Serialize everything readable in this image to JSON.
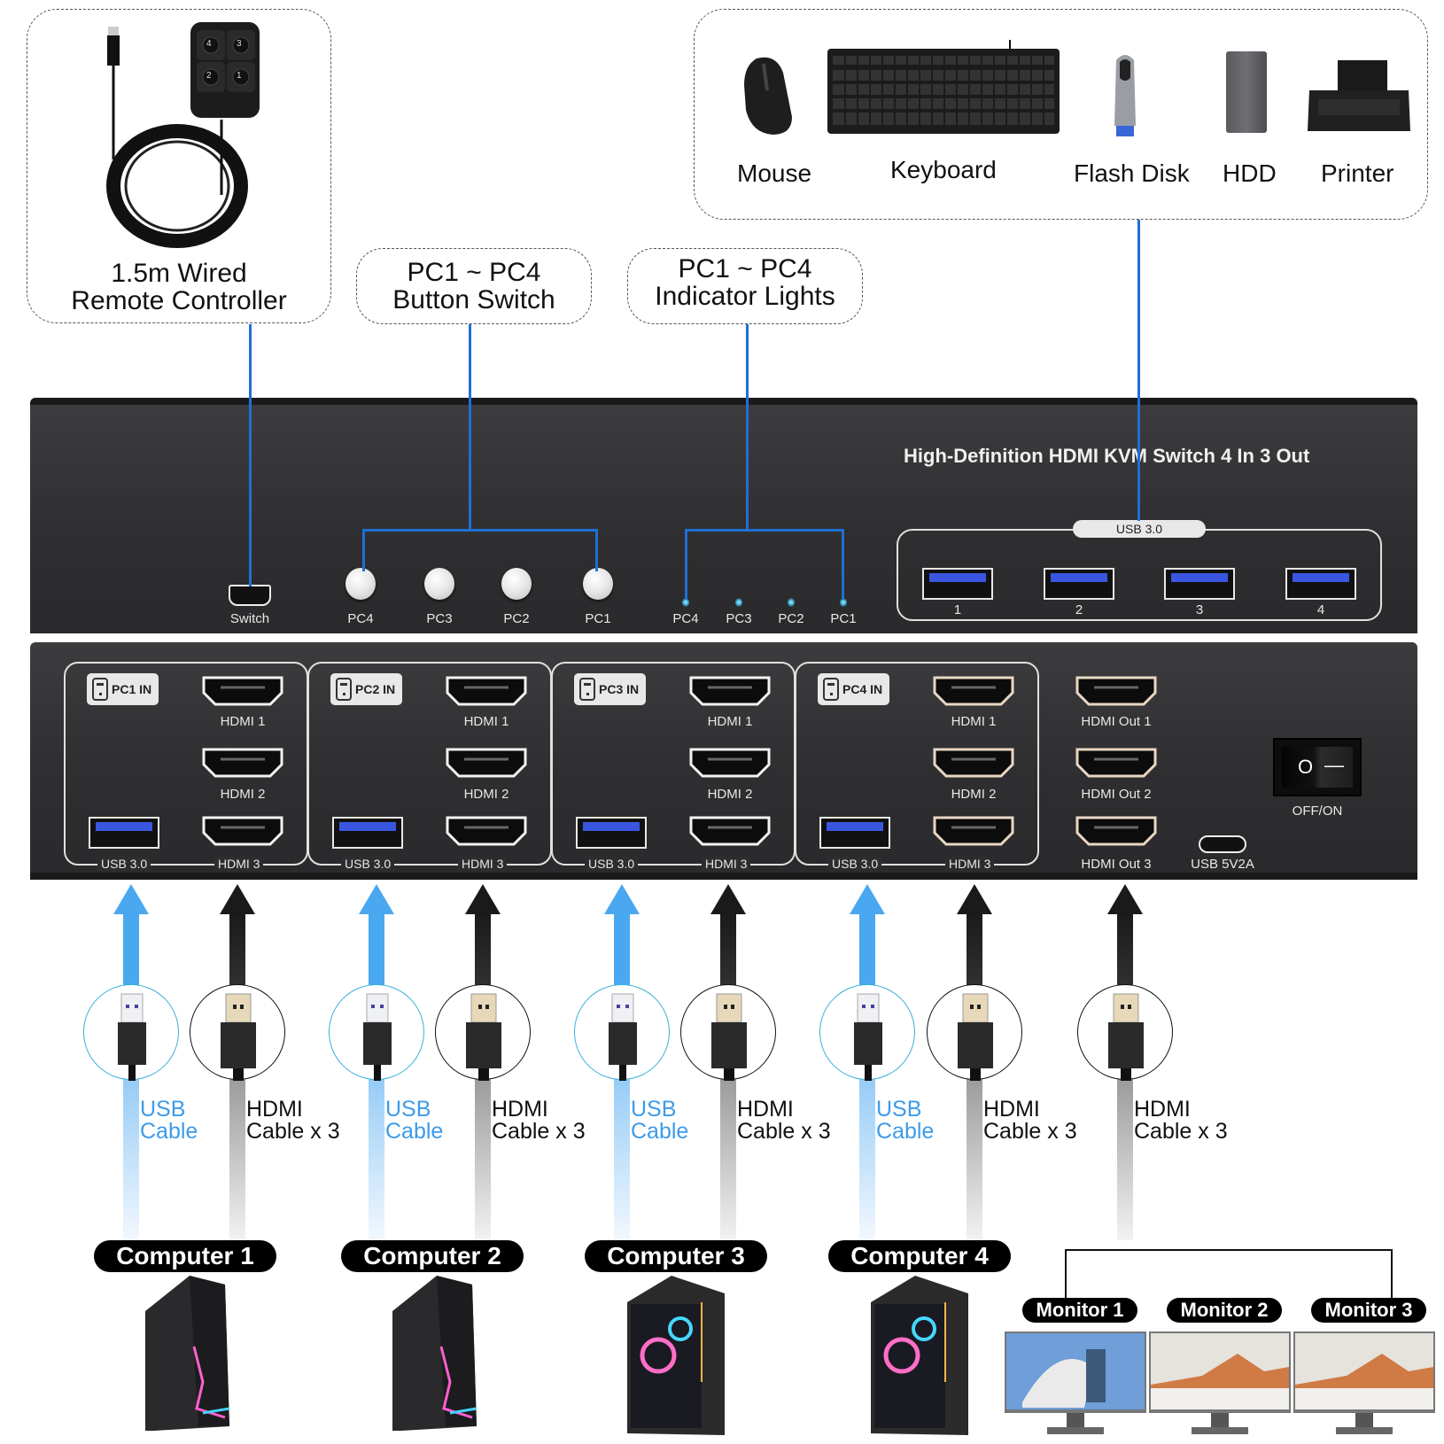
{
  "callouts": {
    "remote": {
      "line1": "1.5m Wired",
      "line2": "Remote Controller"
    },
    "buttons": {
      "line1": "PC1 ~ PC4",
      "line2": "Button Switch"
    },
    "indicators": {
      "line1": "PC1 ~ PC4",
      "line2": "Indicator Lights"
    },
    "peripherals": [
      "Mouse",
      "Keyboard",
      "Flash Disk",
      "HDD",
      "Printer"
    ]
  },
  "remote_keys": [
    "4",
    "3",
    "2",
    "1"
  ],
  "front_panel": {
    "title": "High-Definition HDMI KVM Switch 4 In 3 Out",
    "switch_port_label": "Switch",
    "button_labels": [
      "PC4",
      "PC3",
      "PC2",
      "PC1"
    ],
    "indicator_labels": [
      "PC4",
      "PC3",
      "PC2",
      "PC1"
    ],
    "usb_group_label": "USB 3.0",
    "usb_port_labels": [
      "1",
      "2",
      "3",
      "4"
    ]
  },
  "rear_panel": {
    "inputs": [
      {
        "tag": "PC1 IN",
        "hdmi": [
          "HDMI 1",
          "HDMI 2",
          "HDMI 3"
        ],
        "usb": "USB 3.0"
      },
      {
        "tag": "PC2 IN",
        "hdmi": [
          "HDMI 1",
          "HDMI 2",
          "HDMI 3"
        ],
        "usb": "USB 3.0"
      },
      {
        "tag": "PC3 IN",
        "hdmi": [
          "HDMI 1",
          "HDMI 2",
          "HDMI 3"
        ],
        "usb": "USB 3.0"
      },
      {
        "tag": "PC4 IN",
        "hdmi": [
          "HDMI 1",
          "HDMI 2",
          "HDMI 3"
        ],
        "usb": "USB 3.0"
      }
    ],
    "outputs": [
      "HDMI Out 1",
      "HDMI Out 2",
      "HDMI Out 3"
    ],
    "power_port_label": "USB 5V2A",
    "power_switch_label": "OFF/ON",
    "power_switch_symbols": {
      "off": "O",
      "on": "—"
    }
  },
  "cables": {
    "usb": {
      "line1": "USB",
      "line2": "Cable"
    },
    "hdmi": {
      "line1": "HDMI",
      "line2": "Cable x 3"
    }
  },
  "computers": [
    "Computer 1",
    "Computer 2",
    "Computer 3",
    "Computer 4"
  ],
  "monitors": [
    "Monitor 1",
    "Monitor 2",
    "Monitor 3"
  ],
  "colors": {
    "accent_blue": "#1f6fd6",
    "usb_arrow": "#4aa8f0",
    "usb_text": "#3d9be9",
    "panel": "#2f2f31"
  }
}
